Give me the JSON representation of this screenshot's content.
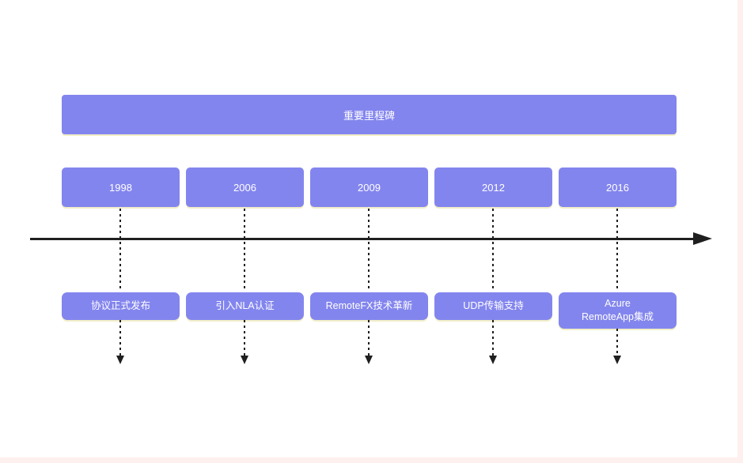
{
  "title": "重要里程碑",
  "colors": {
    "box": "#8385ee",
    "box_text": "#ffffff",
    "axis": "#1f1f1f",
    "edge_tint": "#fdf0ee",
    "background": "#ffffff"
  },
  "columns": [
    {
      "year": "1998",
      "label": "协议正式发布"
    },
    {
      "year": "2006",
      "label": "引入NLA认证"
    },
    {
      "year": "2009",
      "label": "RemoteFX技术革新"
    },
    {
      "year": "2012",
      "label": "UDP传输支持"
    },
    {
      "year": "2016",
      "label": "Azure\nRemoteApp集成"
    }
  ]
}
